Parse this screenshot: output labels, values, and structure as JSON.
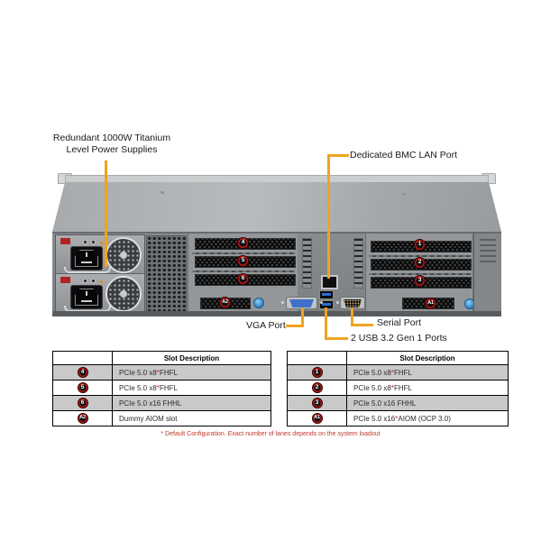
{
  "labels": {
    "psu_line1": "Redundant 1000W Titanium",
    "psu_line2": "Level Power Supplies",
    "bmc": "Dedicated BMC LAN Port",
    "vga": "VGA Port",
    "serial": "Serial Port",
    "usb": "2 USB 3.2 Gen 1 Ports"
  },
  "chassis": {
    "left_slot_badges": [
      "4",
      "5",
      "6"
    ],
    "left_aiom_badge": "A2",
    "right_slot_badges": [
      "1",
      "2",
      "3"
    ],
    "right_aiom_badge": "A1"
  },
  "tables": {
    "left": {
      "header": "Slot Description",
      "rows": [
        {
          "badge": "4",
          "desc": "PCIe 5.0 x8* FHFL"
        },
        {
          "badge": "5",
          "desc": "PCIe 5.0 x8* FHFL"
        },
        {
          "badge": "6",
          "desc": "PCIe 5.0 x16 FHHL"
        },
        {
          "badge": "A2",
          "desc": "Dummy AIOM slot"
        }
      ]
    },
    "right": {
      "header": "Slot Description",
      "rows": [
        {
          "badge": "1",
          "desc": "PCIe 5.0 x8* FHFL"
        },
        {
          "badge": "2",
          "desc": "PCIe 5.0 x8* FHFL"
        },
        {
          "badge": "3",
          "desc": "PCIe 5.0 x16 FHHL"
        },
        {
          "badge": "A1",
          "desc": "PCIe 5.0 x16* AIOM (OCP 3.0)"
        }
      ]
    }
  },
  "footnote": "* Default Configuration. Exact number of lanes depends on the system loadout",
  "colors": {
    "leader_line": "#EEA41F",
    "badge_red": "#C41818",
    "footnote_red": "#C0392B",
    "table_shaded_row": "#C9C9C9"
  }
}
